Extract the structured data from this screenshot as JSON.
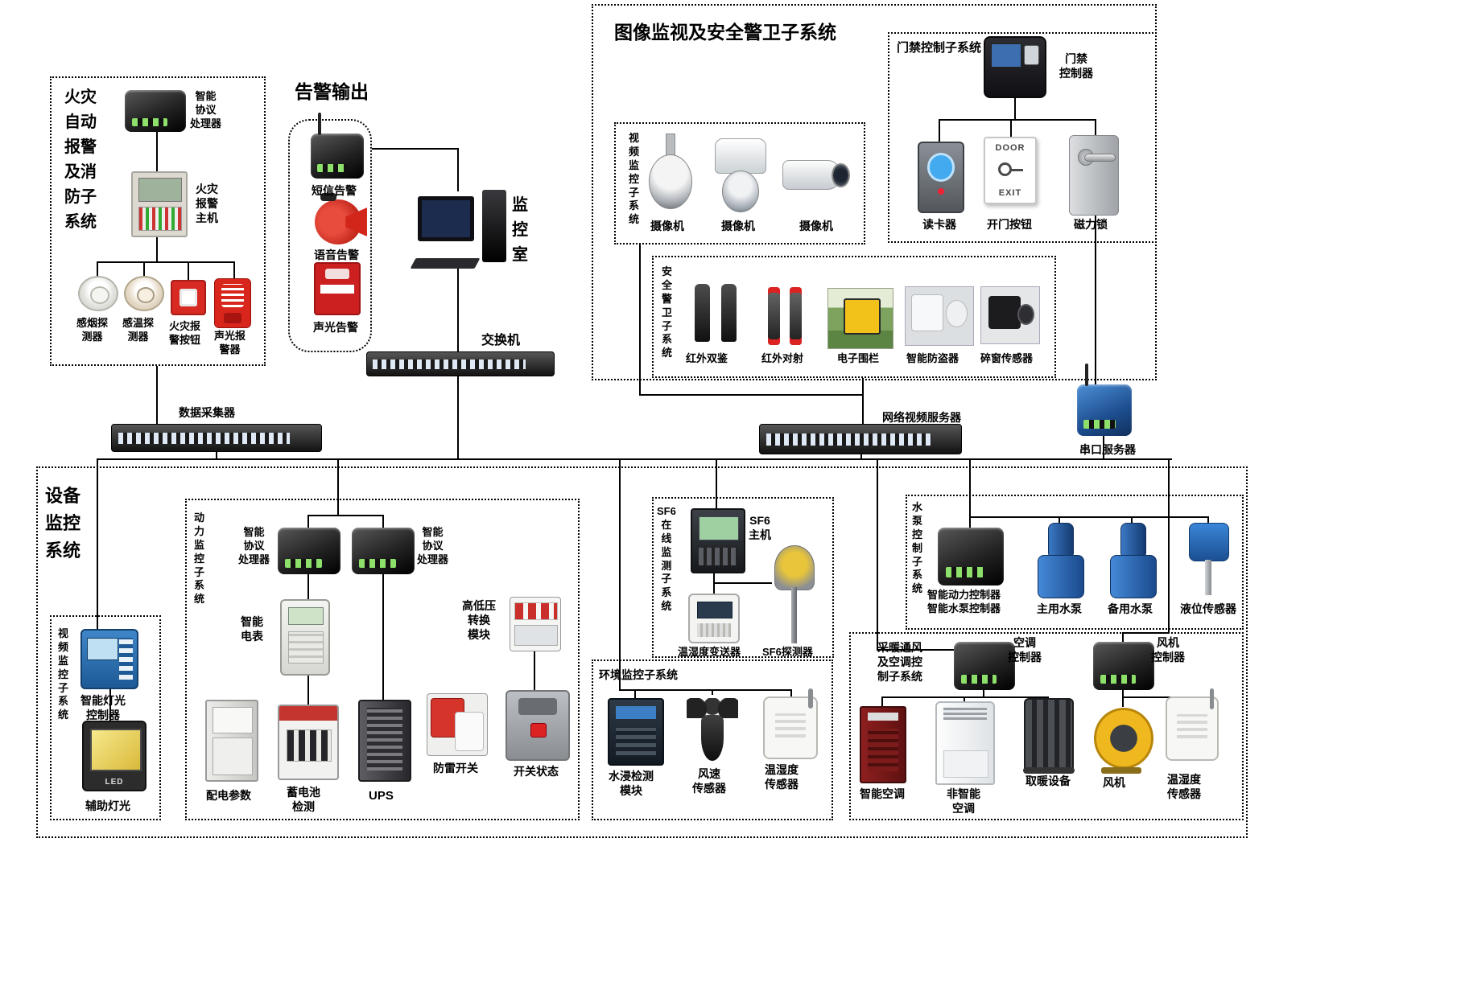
{
  "fire": {
    "title": "火灾\n自动\n报警\n及消\n防子\n系统",
    "processor": "智能\n协议\n处理器",
    "host": "火灾\n报警\n主机",
    "smoke": "感烟探\n测器",
    "temp": "感温探\n测器",
    "button": "火灾报\n警按钮",
    "sounder": "声光报\n警器"
  },
  "alarm_out": {
    "title": "告警输出",
    "sms": "短信告警",
    "voice": "语音告警",
    "sound_light": "声光告警"
  },
  "core": {
    "monitor_room": "监\n控\n室",
    "switch": "交换机",
    "collector": "数据采集器",
    "nvr": "网络视频服务器",
    "serial": "串口服务器"
  },
  "surveillance": {
    "title": "图像监视及安全警卫子系统",
    "access": {
      "title": "门禁控制子系统",
      "controller": "门禁\n控制器",
      "reader": "读卡器",
      "button": "开门按钮",
      "lock": "磁力锁",
      "door": "DOOR",
      "exit": "EXIT"
    },
    "video": {
      "title": "视\n频\n监\n控\n子\n系\n统",
      "camera1": "摄像机",
      "camera2": "摄像机",
      "camera3": "摄像机"
    },
    "guard": {
      "title": "安\n全\n警\n卫\n子\n系\n统",
      "ir_dual": "红外双鉴",
      "ir_beam": "红外对射",
      "fence": "电子围栏",
      "antitheft": "智能防盗器",
      "window": "碎窗传感器"
    }
  },
  "equipment": {
    "title": "设备\n监控\n系统",
    "video_sub": {
      "title": "视\n频\n监\n控\n子\n系\n统",
      "light_ctrl": "智能灯光\n控制器",
      "led": "LED",
      "aux_light": "辅助灯光"
    },
    "power": {
      "title": "动\n力\n监\n控\n子\n系\n统",
      "processor1": "智能\n协议\n处理器",
      "processor2": "智能\n协议\n处理器",
      "meter": "智能\n电表",
      "hv_module": "高低压\n转换\n模块",
      "dist": "配电参数",
      "battery": "蓄电池\n检测",
      "ups": "UPS",
      "surge": "防雷开关",
      "breaker": "开关状态"
    },
    "sf6": {
      "title": "SF6\n在\n线\n监\n测\n子\n系\n统",
      "host": "SF6\n主机",
      "transmitter": "温湿度变送器",
      "detector": "SF6探测器"
    },
    "env": {
      "title": "环境监控子系统",
      "water": "水浸检测\n模块",
      "wind": "风速\n传感器",
      "th": "温湿度\n传感器"
    },
    "pump": {
      "title": "水\n泵\n控\n制\n子\n系\n统",
      "controllers": "智能动力控制器\n智能水泵控制器",
      "main": "主用水泵",
      "backup": "备用水泵",
      "level": "液位传感器"
    },
    "hvac": {
      "title": "采暖通风\n及空调控\n制子系统",
      "ac_ctrl": "空调\n控制器",
      "fan_ctrl": "风机\n控制器",
      "smart_ac": "智能空调",
      "plain_ac": "非智能\n空调",
      "heater": "取暖设备",
      "fan": "风机",
      "th": "温湿度\n传感器"
    }
  }
}
